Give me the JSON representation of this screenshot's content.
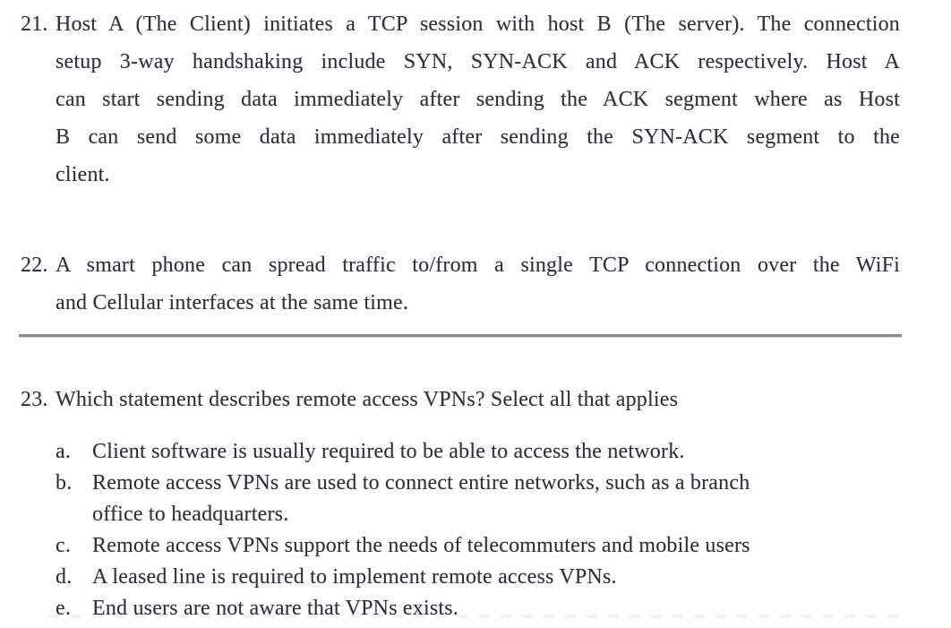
{
  "page": {
    "background": "#fefefe",
    "text_color": "#30313a",
    "divider_color": "#8a8a8a"
  },
  "questions": {
    "q21": {
      "number": "21.",
      "lines": [
        "Host A (The Client) initiates a TCP session with host B (The server). The connection",
        "setup 3-way handshaking include SYN, SYN-ACK and ACK respectively. Host A",
        "can start sending data immediately after sending the ACK segment where as Host",
        "B can send some data immediately after sending the SYN-ACK segment to the",
        "client."
      ]
    },
    "q22": {
      "number": "22.",
      "lines": [
        "A smart phone can spread traffic to/from a single TCP connection over the WiFi",
        "and Cellular interfaces at the same time."
      ]
    },
    "q23": {
      "number": "23.",
      "lines": [
        "Which statement describes remote access VPNs? Select all that applies"
      ],
      "options": {
        "a": {
          "letter": "a.",
          "lines": [
            "Client software is usually required to be able to access the network."
          ]
        },
        "b": {
          "letter": "b.",
          "lines": [
            "Remote access VPNs are used to connect entire networks, such as a branch",
            "office to headquarters."
          ]
        },
        "c": {
          "letter": "c.",
          "lines": [
            "Remote access VPNs support the needs of telecommuters and mobile users"
          ]
        },
        "d": {
          "letter": "d.",
          "lines": [
            "A leased line is required to implement remote access VPNs."
          ]
        },
        "e": {
          "letter": "e.",
          "lines": [
            "End users are not aware that VPNs exists."
          ]
        }
      }
    }
  }
}
